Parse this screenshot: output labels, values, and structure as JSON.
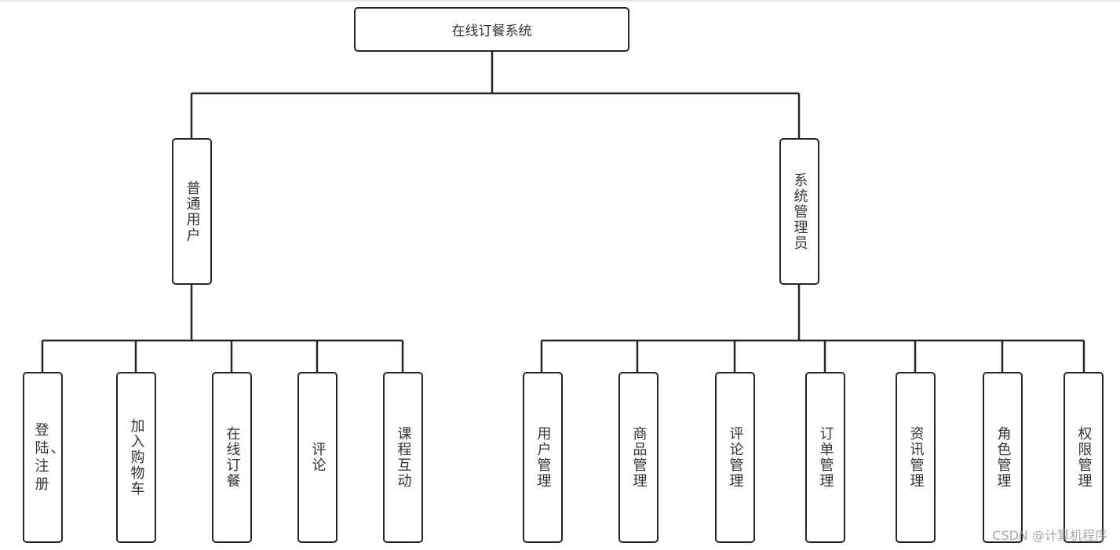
{
  "diagram": {
    "root": "在线订餐系统",
    "branches": [
      {
        "label": "普通用户",
        "children": [
          "登陆、注册",
          "加入购物车",
          "在线订餐",
          "评论",
          "课程互动"
        ]
      },
      {
        "label": "系统管理员",
        "children": [
          "用户管理",
          "商品管理",
          "评论管理",
          "订单管理",
          "资讯管理",
          "角色管理",
          "权限管理"
        ]
      }
    ]
  },
  "watermark": "CSDN @计算机程序",
  "colors": {
    "line": "#262626",
    "border": "#262626",
    "text": "#333333",
    "watermark": "#9a9a9a"
  }
}
